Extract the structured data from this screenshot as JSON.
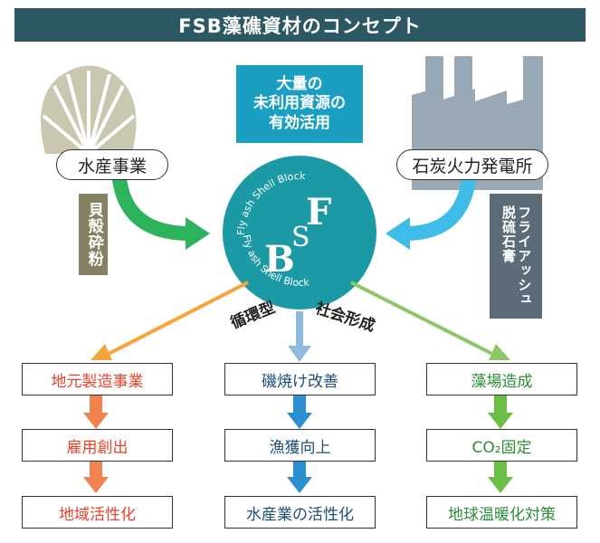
{
  "title": "FSB藻礁資材のコンセプト",
  "concept_box": [
    "大量の",
    "未利用資源の",
    "有効活用"
  ],
  "left_source": {
    "label": "水産事業",
    "byproduct": "貝殻砕粉"
  },
  "right_source": {
    "label": "石炭火力発電所",
    "byproduct_lines": [
      "フライアッシュ",
      "脱硫石膏"
    ]
  },
  "center": {
    "ring_text": "Fly ash Shell Block",
    "letters": [
      "F",
      "S",
      "B"
    ]
  },
  "cycle_text": {
    "left": "循環型",
    "right": "社会形成"
  },
  "columns": [
    {
      "items": [
        "地元製造事業",
        "雇用創出",
        "地域活性化"
      ],
      "color": "#e8432c"
    },
    {
      "items": [
        "磯焼け改善",
        "漁獲向上",
        "水産業の活性化"
      ],
      "color": "#1f4d7a"
    },
    {
      "items": [
        "藻場造成",
        "CO₂固定",
        "地球温暖化対策"
      ],
      "color": "#2e8c3a"
    }
  ],
  "colors": {
    "title_bg": "#2c5863",
    "concept_bg": "#1a9fc2",
    "circle": "#1b9aa6",
    "left_arrow": "#2db35c",
    "right_arrow": "#3fbde8",
    "orange_arrow": "#f7a43b",
    "lightblue_arrow": "#8fbadf",
    "lightgreen_arrow": "#8cc665"
  },
  "icons": [
    "scallop-shell-icon",
    "factory-icon"
  ]
}
